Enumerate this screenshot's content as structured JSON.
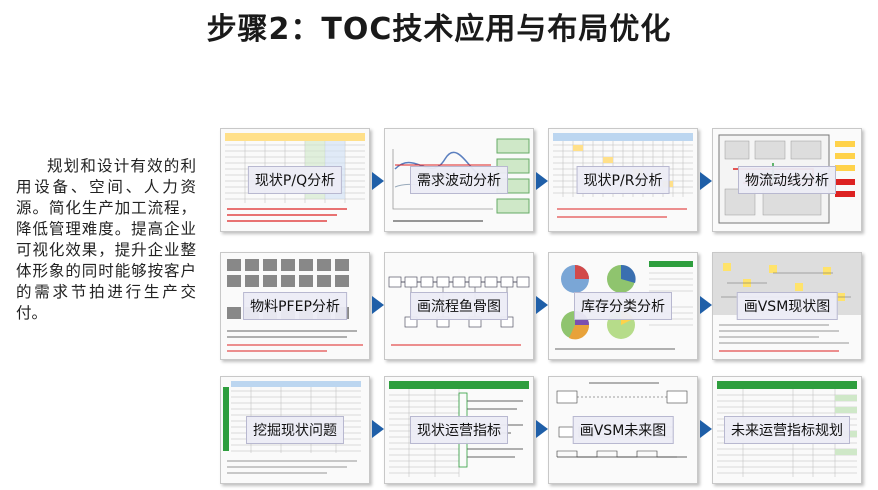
{
  "title": "步骤2：TOC技术应用与布局优化",
  "description": "规划和设计有效的利用设备、空间、人力资源。简化生产加工流程，降低管理难度。提高企业可视化效果，提升企业整体形象的同时能够按客户的需求节拍进行生产交付。",
  "cards": [
    {
      "label": "现状P/Q分析"
    },
    {
      "label": "需求波动分析"
    },
    {
      "label": "现状P/R分析"
    },
    {
      "label": "物流动线分析"
    },
    {
      "label": "物料PFEP分析"
    },
    {
      "label": "画流程鱼骨图"
    },
    {
      "label": "库存分类分析"
    },
    {
      "label": "画VSM现状图"
    },
    {
      "label": "挖掘现状问题"
    },
    {
      "label": "现状运营指标"
    },
    {
      "label": "画VSM未来图"
    },
    {
      "label": "未来运营指标规划"
    }
  ],
  "colors": {
    "arrow": "#1f5fa8",
    "accent_red": "#d22",
    "accent_green": "#2e9e3e"
  }
}
